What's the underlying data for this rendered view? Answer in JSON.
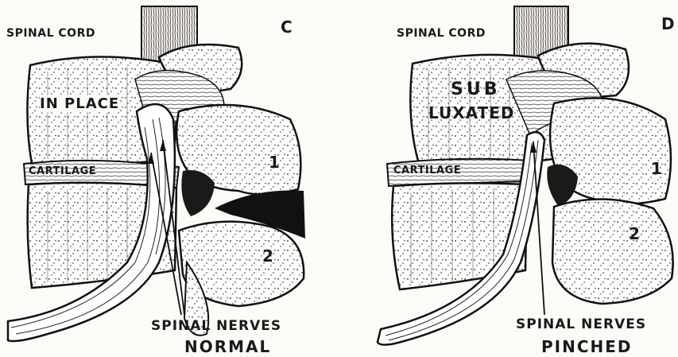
{
  "panels": {
    "c": {
      "letter": "C",
      "spinal_cord": "SPINAL CORD",
      "vertebra_label": "IN PLACE",
      "cartilage": "CARTILAGE",
      "num1": "1",
      "num2": "2",
      "nerves": "SPINAL NERVES",
      "state": "NORMAL"
    },
    "d": {
      "letter": "D",
      "spinal_cord": "SPINAL CORD",
      "vertebra_label_1": "SUB",
      "vertebra_label_2": "LUXATED",
      "cartilage": "CARTILAGE",
      "num1": "1",
      "num2": "2",
      "nerves": "SPINAL NERVES",
      "state": "PINCHED"
    }
  }
}
